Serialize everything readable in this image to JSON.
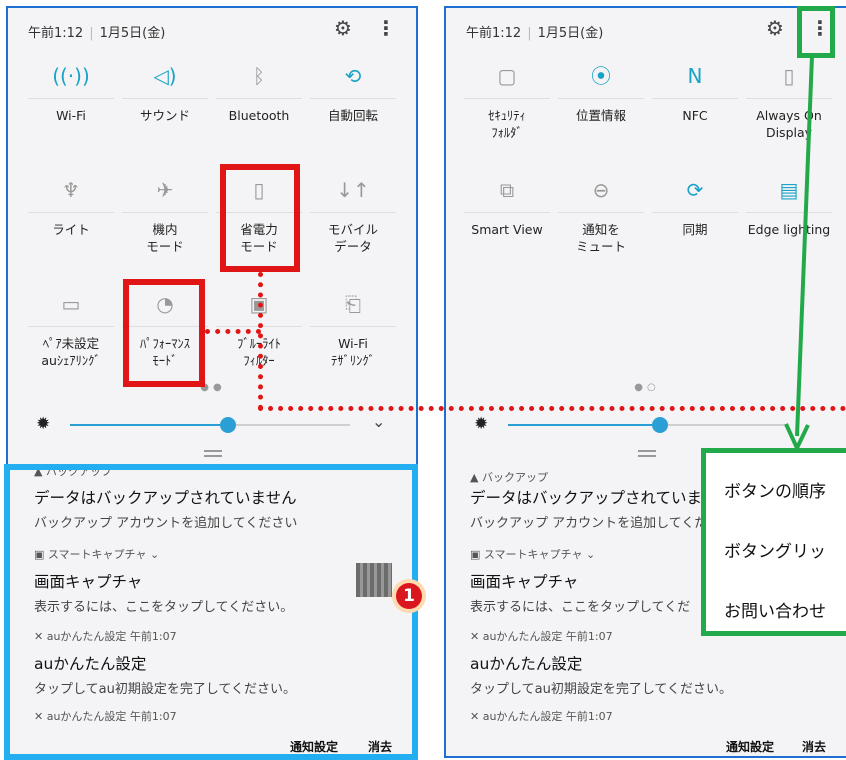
{
  "left": {
    "status_time": "午前1:12",
    "status_date": "1月5日(金)",
    "tiles_row1": [
      {
        "icon": "wifi-icon",
        "label": "Wi-Fi",
        "active": true
      },
      {
        "icon": "sound-icon",
        "label": "サウンド",
        "active": true
      },
      {
        "icon": "bluetooth-icon",
        "label": "Bluetooth",
        "active": false
      },
      {
        "icon": "auto-rotate-icon",
        "label": "自動回転",
        "active": true
      }
    ],
    "tiles_row2": [
      {
        "icon": "flashlight-icon",
        "label": "ライト",
        "active": false
      },
      {
        "icon": "airplane-icon",
        "label": "機内\nモード",
        "active": false
      },
      {
        "icon": "battery-icon",
        "label": "省電力\nモード",
        "active": false
      },
      {
        "icon": "mobile-data-icon",
        "label": "モバイル\nデータ",
        "active": false
      }
    ],
    "tiles_row3": [
      {
        "icon": "pair-icon",
        "label": "ﾍﾟｱ未設定\nauｼｪｱﾘﾝｸﾞ",
        "active": false
      },
      {
        "icon": "performance-icon",
        "label": "ﾊﾟﾌｫｰﾏﾝｽ\nﾓｰﾄﾞ",
        "active": false
      },
      {
        "icon": "bluelight-icon",
        "label": "ﾌﾞﾙｰﾗｲﾄ\nﾌｨﾙﾀｰ",
        "active": false
      },
      {
        "icon": "wifi-tethering-icon",
        "label": "Wi-Fi\nﾃｻﾞﾘﾝｸﾞ",
        "active": false
      }
    ],
    "partial_header": "バックアップ",
    "notifications": [
      {
        "header": "",
        "title": "データはバックアップされていません",
        "subtitle": "バックアップ アカウントを追加してください"
      },
      {
        "header": "スマートキャプチャ ⌄",
        "title": "画面キャプチャ",
        "subtitle": "表示するには、ここをタップしてください。"
      },
      {
        "header": "auかんたん設定  午前1:07",
        "title": "auかんたん設定",
        "subtitle": "タップしてau初期設定を完了してください。"
      },
      {
        "header": "auかんたん設定  午前1:07",
        "title": "",
        "subtitle": ""
      }
    ],
    "footer_settings": "通知設定",
    "footer_clear": "消去",
    "badge_number": "1"
  },
  "right": {
    "status_time": "午前1:12",
    "status_date": "1月5日(金)",
    "tiles_row1": [
      {
        "icon": "secure-folder-icon",
        "label": "ｾｷｭﾘﾃｨ\nﾌｫﾙﾀﾞ",
        "active": false
      },
      {
        "icon": "location-icon",
        "label": "位置情報",
        "active": true
      },
      {
        "icon": "nfc-icon",
        "label": "NFC",
        "active": true
      },
      {
        "icon": "always-on-icon",
        "label": "Always On\nDisplay",
        "active": false
      }
    ],
    "tiles_row2": [
      {
        "icon": "smart-view-icon",
        "label": "Smart View",
        "active": false
      },
      {
        "icon": "mute-icon",
        "label": "通知を\nミュート",
        "active": false
      },
      {
        "icon": "sync-icon",
        "label": "同期",
        "active": true
      },
      {
        "icon": "edge-lighting-icon",
        "label": "Edge lighting",
        "active": true
      }
    ],
    "backup_header": "バックアップ",
    "notifications": [
      {
        "title": "データはバックアップされていませ",
        "subtitle": "バックアップ アカウントを追加してくだ"
      },
      {
        "header": "スマートキャプチャ ⌄",
        "title": "画面キャプチャ",
        "subtitle": "表示するには、ここをタップしてくだ"
      },
      {
        "header": "auかんたん設定  午前1:07",
        "title": "auかんたん設定",
        "subtitle": "タップしてau初期設定を完了してください。"
      },
      {
        "header": "auかんたん設定  午前1:07"
      }
    ],
    "footer_settings": "通知設定",
    "footer_clear": "消去",
    "menu": [
      "ボタンの順序",
      "ボタングリッ",
      "お問い合わせ"
    ]
  },
  "colors": {
    "accent": "#1aa3c8",
    "red_annotation": "#e01616",
    "green_annotation": "#22a94a",
    "blue_annotation": "#22aef0"
  }
}
